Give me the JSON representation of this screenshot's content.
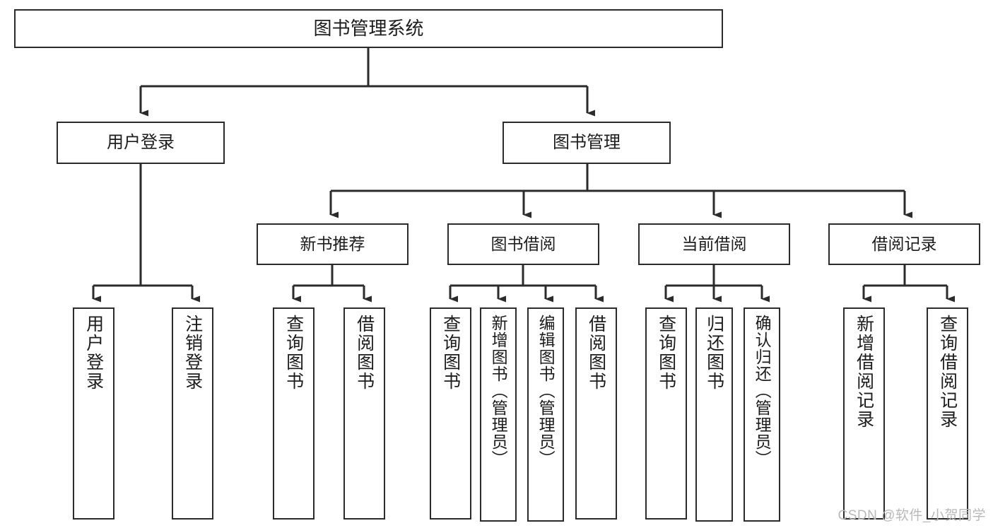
{
  "diagram": {
    "title": "图书管理系统",
    "type": "hierarchy-tree",
    "watermark": "CSDN @软件_小贺同学",
    "nodes": {
      "root": {
        "label": "图书管理系统"
      },
      "level2": [
        {
          "id": "user-login",
          "label": "用户登录"
        },
        {
          "id": "book-manage",
          "label": "图书管理"
        }
      ],
      "level3": [
        {
          "id": "new-book-recommend",
          "label": "新书推荐"
        },
        {
          "id": "book-borrow",
          "label": "图书借阅"
        },
        {
          "id": "current-borrow",
          "label": "当前借阅"
        },
        {
          "id": "borrow-record",
          "label": "借阅记录"
        }
      ],
      "leaves": [
        {
          "id": "leaf-user-login",
          "label": "用户登录",
          "parent": "user-login"
        },
        {
          "id": "leaf-user-logout",
          "label": "注销登录",
          "parent": "user-login"
        },
        {
          "id": "leaf-query-book-1",
          "label": "查询图书",
          "parent": "new-book-recommend"
        },
        {
          "id": "leaf-borrow-book-1",
          "label": "借阅图书",
          "parent": "new-book-recommend"
        },
        {
          "id": "leaf-query-book-2",
          "label": "查询图书",
          "parent": "book-borrow"
        },
        {
          "id": "leaf-add-book",
          "label": "新增图书（管理员）",
          "parent": "book-borrow"
        },
        {
          "id": "leaf-edit-book",
          "label": "编辑图书（管理员）",
          "parent": "book-borrow"
        },
        {
          "id": "leaf-borrow-book-2",
          "label": "借阅图书",
          "parent": "book-borrow"
        },
        {
          "id": "leaf-query-book-3",
          "label": "查询图书",
          "parent": "current-borrow"
        },
        {
          "id": "leaf-return-book",
          "label": "归还图书",
          "parent": "current-borrow"
        },
        {
          "id": "leaf-confirm-return",
          "label": "确认归还（管理员）",
          "parent": "current-borrow"
        },
        {
          "id": "leaf-add-record",
          "label": "新增借阅记录",
          "parent": "borrow-record"
        },
        {
          "id": "leaf-query-record",
          "label": "查询借阅记录",
          "parent": "borrow-record"
        }
      ]
    },
    "colors": {
      "stroke": "#2b2b2b",
      "fill": "#ffffff",
      "text": "#1c1c1c",
      "watermark": "#b9b9b9"
    }
  }
}
